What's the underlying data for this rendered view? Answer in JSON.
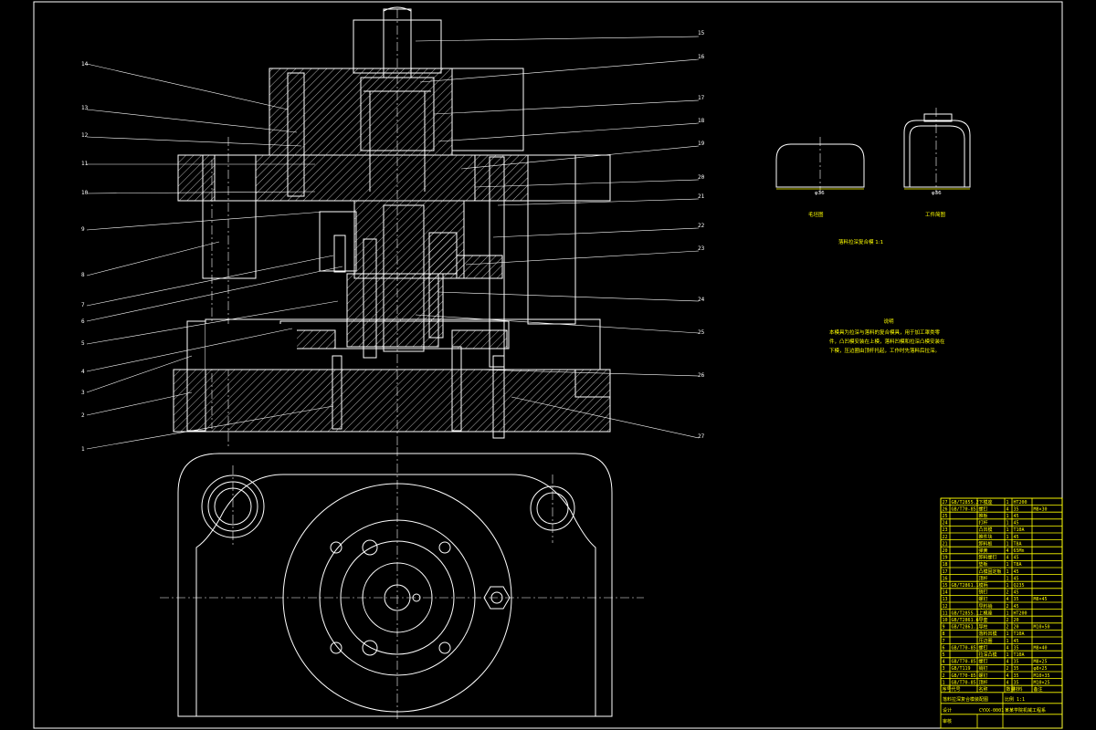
{
  "part_numbers": [
    "1",
    "2",
    "3",
    "4",
    "5",
    "6",
    "7",
    "8",
    "9",
    "10",
    "11",
    "12",
    "13",
    "14",
    "15",
    "16",
    "17",
    "18",
    "19",
    "20",
    "21",
    "22",
    "23",
    "24",
    "25",
    "26",
    "27"
  ],
  "workpiece": {
    "blank_caption": "毛坯图",
    "part_caption": "工件简图",
    "title": "落料拉深复合模 1:1",
    "dim_width": "φ36",
    "dim_width_2": "φ36"
  },
  "notes": {
    "title": "说明",
    "body": "本模具为拉深与落料的复合模具，用于加工罩类零件，凸凹模安装在上模，落料凹模和拉深凸模安装在下模，压边圈由顶杆托起，工作时先落料后拉深。"
  },
  "bom": {
    "rows": [
      {
        "no": "27",
        "code": "GB/T2855.2",
        "name": "下模座",
        "qty": "1",
        "mat": "HT200",
        "note": ""
      },
      {
        "no": "26",
        "code": "GB/T70-85",
        "name": "螺钉",
        "qty": "4",
        "mat": "35",
        "note": "M8×30"
      },
      {
        "no": "25",
        "code": "",
        "name": "推板",
        "qty": "1",
        "mat": "45",
        "note": ""
      },
      {
        "no": "24",
        "code": "",
        "name": "打杆",
        "qty": "1",
        "mat": "45",
        "note": ""
      },
      {
        "no": "23",
        "code": "",
        "name": "凸凹模",
        "qty": "1",
        "mat": "T10A",
        "note": ""
      },
      {
        "no": "22",
        "code": "",
        "name": "推件块",
        "qty": "1",
        "mat": "45",
        "note": ""
      },
      {
        "no": "21",
        "code": "",
        "name": "卸料板",
        "qty": "1",
        "mat": "T8A",
        "note": ""
      },
      {
        "no": "20",
        "code": "",
        "name": "弹簧",
        "qty": "4",
        "mat": "65Mn",
        "note": ""
      },
      {
        "no": "19",
        "code": "",
        "name": "卸料螺钉",
        "qty": "4",
        "mat": "45",
        "note": ""
      },
      {
        "no": "18",
        "code": "",
        "name": "垫板",
        "qty": "1",
        "mat": "T8A",
        "note": ""
      },
      {
        "no": "17",
        "code": "",
        "name": "凸模固定板",
        "qty": "1",
        "mat": "45",
        "note": ""
      },
      {
        "no": "16",
        "code": "",
        "name": "顶杆",
        "qty": "1",
        "mat": "45",
        "note": ""
      },
      {
        "no": "15",
        "code": "GB/T2861.1",
        "name": "模柄",
        "qty": "1",
        "mat": "Q235",
        "note": ""
      },
      {
        "no": "14",
        "code": "",
        "name": "销钉",
        "qty": "2",
        "mat": "45",
        "note": ""
      },
      {
        "no": "13",
        "code": "",
        "name": "螺钉",
        "qty": "4",
        "mat": "35",
        "note": "M8×45"
      },
      {
        "no": "12",
        "code": "",
        "name": "导料销",
        "qty": "2",
        "mat": "45",
        "note": ""
      },
      {
        "no": "11",
        "code": "GB/T2855.1",
        "name": "上模座",
        "qty": "1",
        "mat": "HT200",
        "note": ""
      },
      {
        "no": "10",
        "code": "GB/T2861.6",
        "name": "导套",
        "qty": "2",
        "mat": "20",
        "note": ""
      },
      {
        "no": "9",
        "code": "GB/T2861.1",
        "name": "导柱",
        "qty": "2",
        "mat": "20",
        "note": "M10×50"
      },
      {
        "no": "8",
        "code": "",
        "name": "落料凹模",
        "qty": "1",
        "mat": "T10A",
        "note": ""
      },
      {
        "no": "7",
        "code": "",
        "name": "压边圈",
        "qty": "1",
        "mat": "45",
        "note": ""
      },
      {
        "no": "6",
        "code": "GB/T70-85",
        "name": "螺钉",
        "qty": "4",
        "mat": "35",
        "note": "M8×40"
      },
      {
        "no": "5",
        "code": "",
        "name": "拉深凸模",
        "qty": "1",
        "mat": "T10A",
        "note": ""
      },
      {
        "no": "4",
        "code": "GB/T70-85",
        "name": "螺钉",
        "qty": "4",
        "mat": "35",
        "note": "M8×25"
      },
      {
        "no": "3",
        "code": "GB/T119",
        "name": "销钉",
        "qty": "2",
        "mat": "35",
        "note": "φ8×25"
      },
      {
        "no": "2",
        "code": "GB/T70-85",
        "name": "螺钉",
        "qty": "4",
        "mat": "35",
        "note": "M10×35"
      },
      {
        "no": "1",
        "code": "GB/T70-85",
        "name": "顶杆",
        "qty": "4",
        "mat": "35",
        "note": "M10×25"
      }
    ],
    "header": {
      "no": "序号",
      "code": "代号",
      "name": "名称",
      "qty": "数量",
      "mat": "材料",
      "note": "备注"
    },
    "title_line": "落料拉深复合模装配图",
    "designer": "设计",
    "checker": "审核",
    "drawing_no": "CYXX-0001",
    "school": "某某学院机械工程系",
    "scale_label": "比例",
    "scale": "1:1"
  },
  "colors": {
    "line": "#ffffff",
    "annotation": "#ffff00",
    "background": "#000000"
  }
}
